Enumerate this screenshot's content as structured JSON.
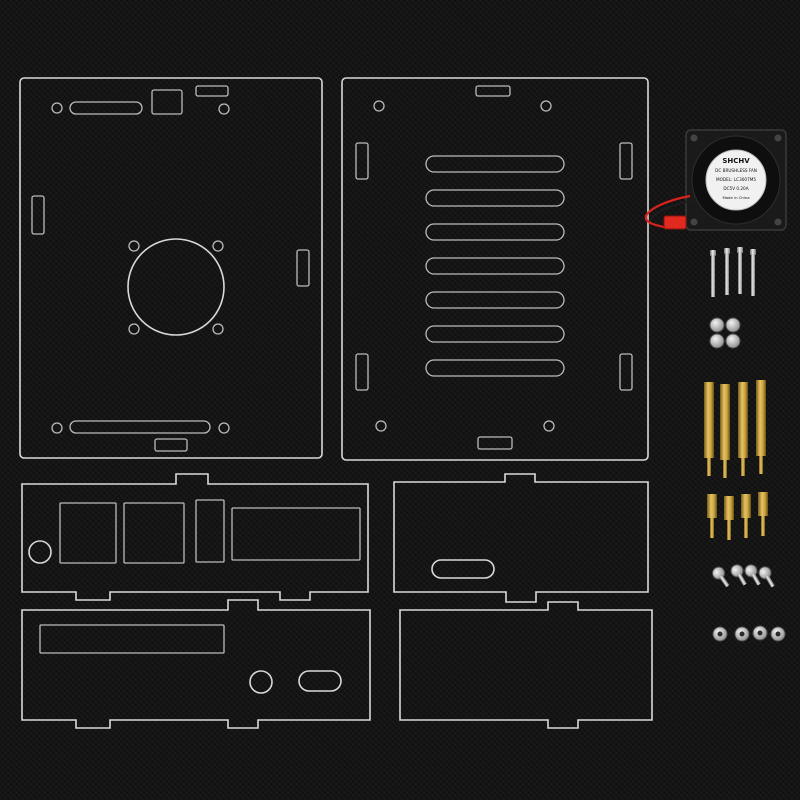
{
  "fan": {
    "brand": "SHCHV",
    "line2": "DC BRUSHLESS FAN",
    "line3": "MODEL: LC3007M5",
    "line4": "DC5V  0.20A",
    "line5": "Made in China"
  },
  "colors": {
    "background": "#141414",
    "acrylic_edge": "#d9d9d9",
    "fan_body": "#1a1a1a",
    "fan_wire_red": "#d8231c",
    "fan_wire_black": "#1d1d1d",
    "brass": "#c9a440",
    "steel": "#c4c4c4"
  },
  "parts": {
    "long_screws": 4,
    "hex_nuts": 4,
    "long_brass_standoffs": 4,
    "short_brass_standoffs": 4,
    "short_screws": 4,
    "small_nuts": 4
  }
}
